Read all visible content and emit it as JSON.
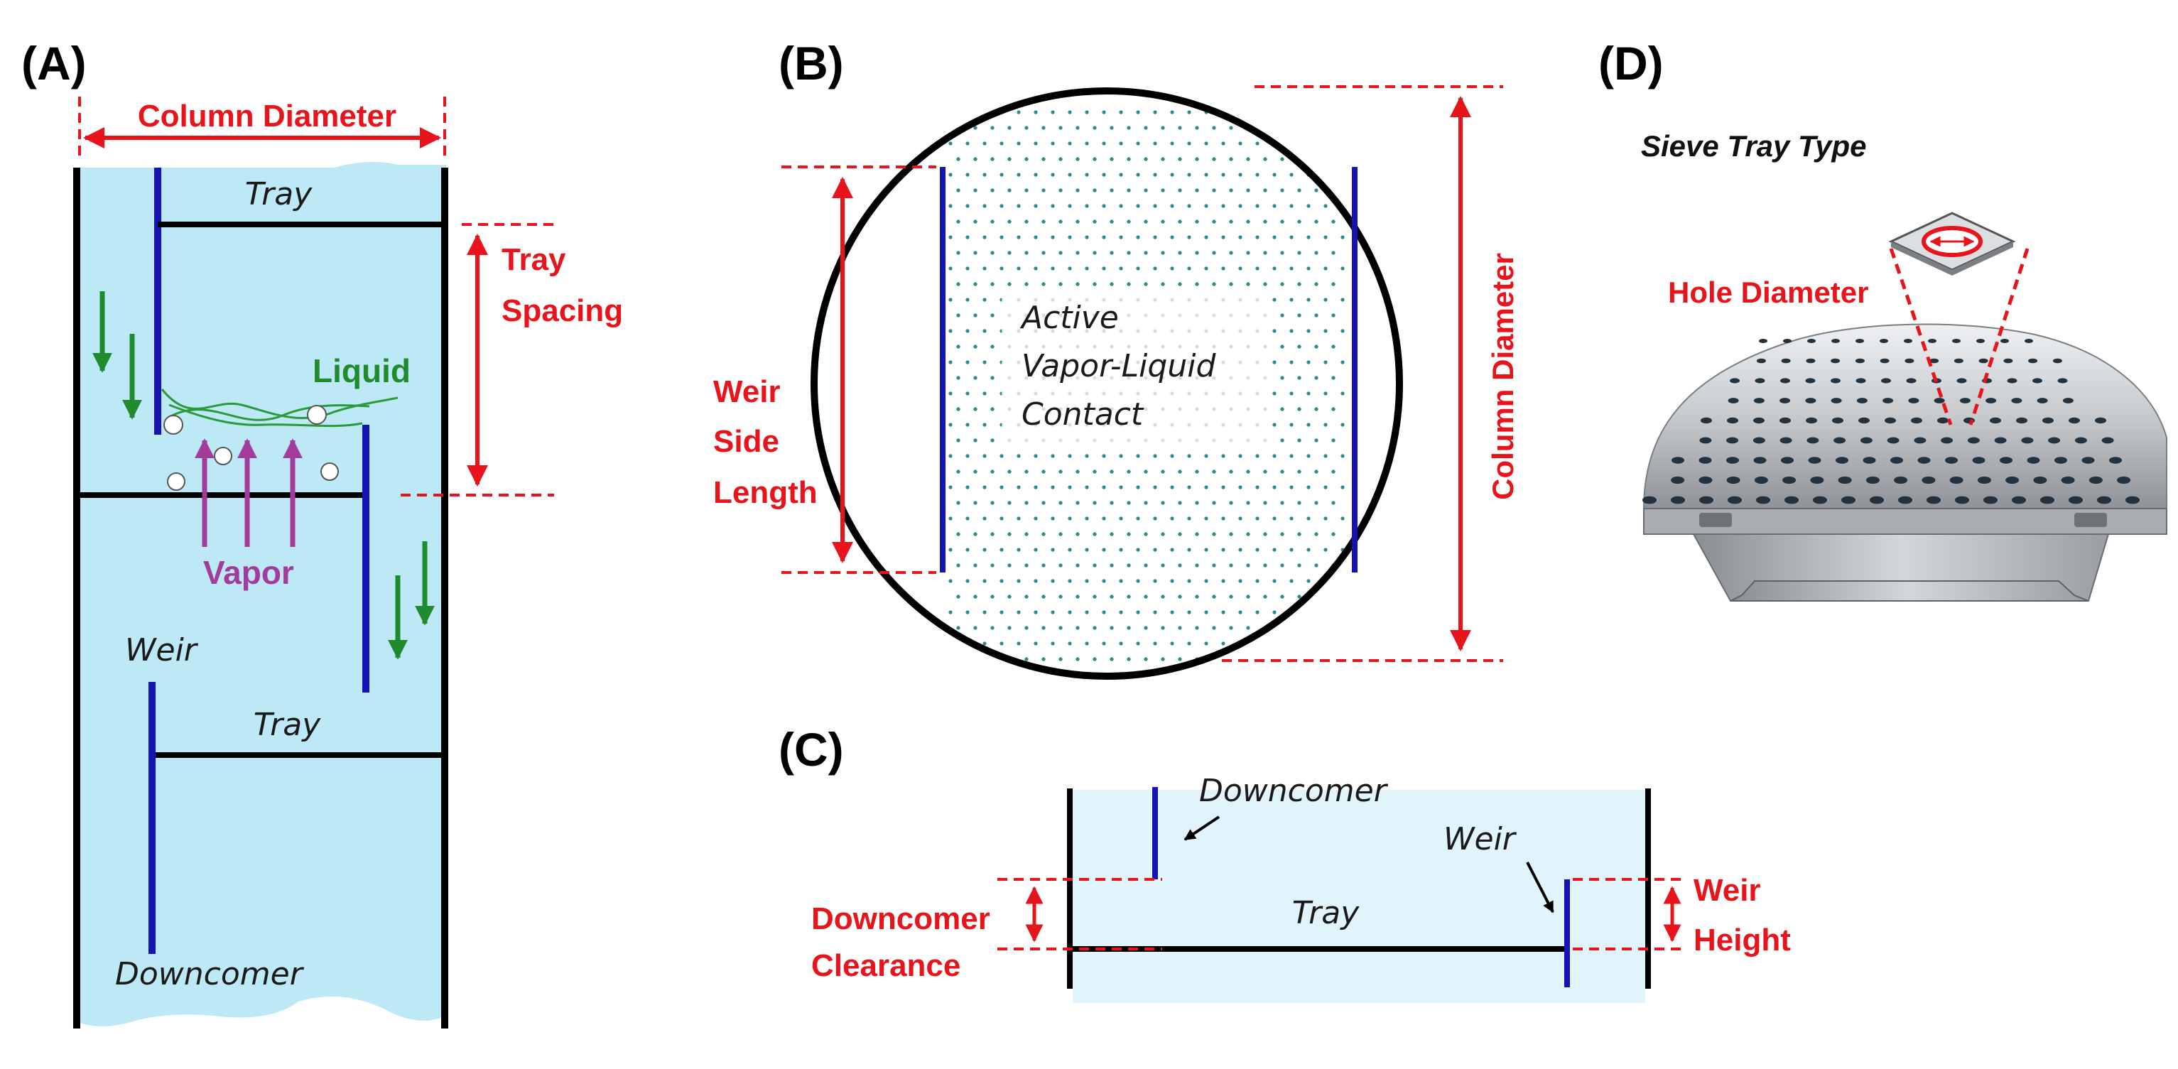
{
  "colors": {
    "liquid": "#bde9f7",
    "wall": "#000000",
    "downcomer": "#1414b4",
    "dimension": "#e8141c",
    "liquid_arrow": "#1f8a2e",
    "vapor_arrow": "#a33b9b",
    "perforation": "#2e8a8a"
  },
  "panel_a": {
    "label": "(A)",
    "column_diameter": "Column Diameter",
    "tray_top": "Tray",
    "tray_spacing_1": "Tray",
    "tray_spacing_2": "Spacing",
    "liquid": "Liquid",
    "vapor": "Vapor",
    "weir": "Weir",
    "tray_bottom": "Tray",
    "downcomer": "Downcomer"
  },
  "panel_b": {
    "label": "(B)",
    "weir_side_1": "Weir",
    "weir_side_2": "Side",
    "weir_side_3": "Length",
    "active_1": "Active",
    "active_2": "Vapor-Liquid",
    "active_3": "Contact",
    "column_diameter": "Column Diameter"
  },
  "panel_c": {
    "label": "(C)",
    "downcomer": "Downcomer",
    "weir": "Weir",
    "tray": "Tray",
    "clearance_1": "Downcomer",
    "clearance_2": "Clearance",
    "weir_height_1": "Weir",
    "weir_height_2": "Height"
  },
  "panel_d": {
    "label": "(D)",
    "title": "Sieve Tray Type",
    "hole_diameter": "Hole Diameter"
  }
}
